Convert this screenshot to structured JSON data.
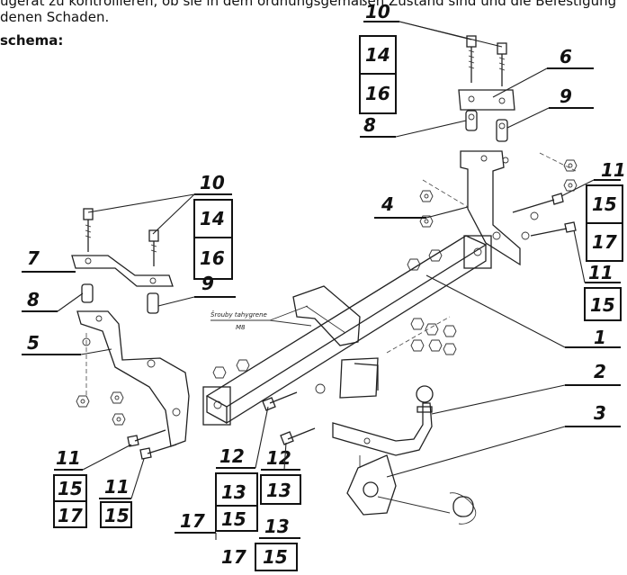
{
  "header": {
    "line1": "ugerät zu kontrollieren, ob sie in dem ordnungsgemäßen Zustand sind und die Befestigung",
    "line2": "denen Schaden.",
    "line3": "schema:"
  },
  "diagram": {
    "callouts": {
      "c10_top": "10",
      "c14_top": "14",
      "c16_top": "16",
      "c6": "6",
      "c9_right": "9",
      "c8_top": "8",
      "c11_right_a": "11",
      "c15_right_a": "15",
      "c17_right_a": "17",
      "c4": "4",
      "c11_right_b": "11",
      "c15_right_b": "15",
      "c1": "1",
      "c2": "2",
      "c3": "3",
      "c10_left": "10",
      "c14_left": "14",
      "c16_left": "16",
      "c7": "7",
      "c8_left": "8",
      "c9_left": "9",
      "c5": "5",
      "c11_bl_a": "11",
      "c15_bl_a": "15",
      "c17_bl": "17",
      "c11_bl_b": "11",
      "c15_bl_b": "15",
      "c12_a": "12",
      "c13_a": "13",
      "c17_bot_a": "17",
      "c15_bot_a": "15",
      "c12_b": "12",
      "c13_b": "13",
      "c13_c": "13",
      "c17_bot_b": "17",
      "c15_bot_b": "15"
    },
    "handwritten_note": {
      "line1": "Šrouby tahygrene",
      "line2": "M8"
    }
  }
}
